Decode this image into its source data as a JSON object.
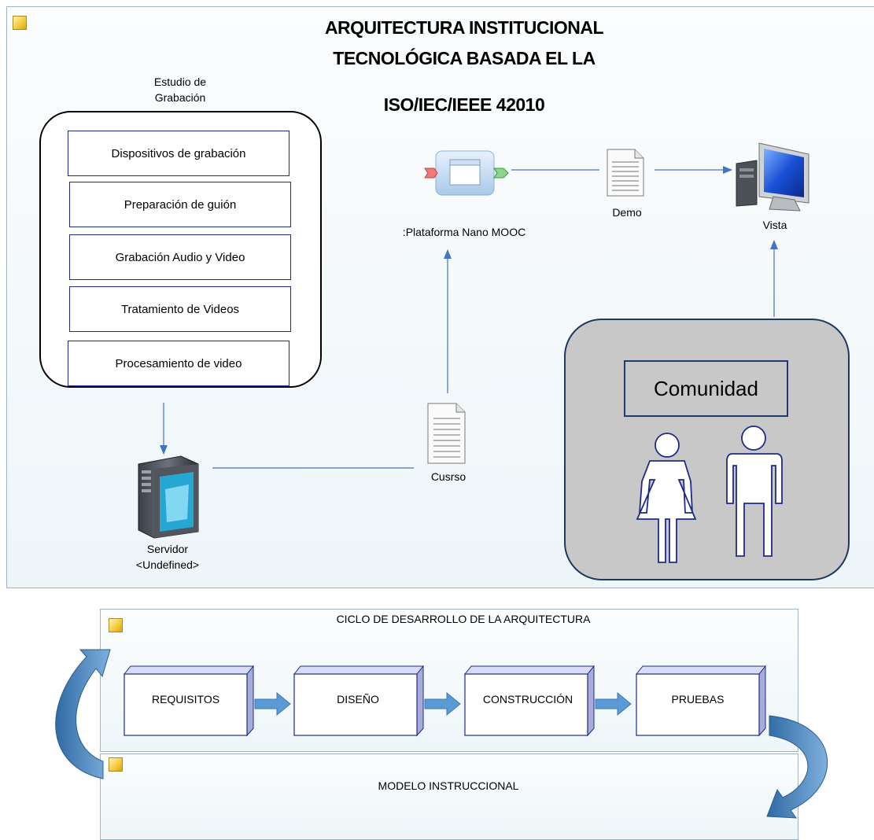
{
  "title": {
    "line1": "ARQUITECTURA INSTITUCIONAL",
    "line2": "TECNOLÓGICA BASADA EL LA",
    "line3": "ISO/IEC/IEEE 42010"
  },
  "studio": {
    "label_line1": "Estudio de",
    "label_line2": "Grabación",
    "items": [
      "Dispositivos de grabación",
      "Preparación de guión",
      "Grabación Audio y Video",
      "Tratamiento de Videos",
      "Procesamiento de video"
    ]
  },
  "platform": {
    "label": ":Plataforma Nano MOOC"
  },
  "demo": {
    "label": "Demo"
  },
  "vista": {
    "label": "Vista"
  },
  "curso": {
    "label": "Cusrso"
  },
  "server": {
    "label_line1": "Servidor",
    "label_line2": "<Undefined>"
  },
  "community": {
    "label": "Comunidad"
  },
  "cycle": {
    "title": "CICLO DE DESARROLLO DE LA  ARQUITECTURA",
    "stages": [
      "REQUISITOS",
      "DISEÑO",
      "CONSTRUCCIÓN",
      "PRUEBAS"
    ]
  },
  "model": {
    "title": "MODELO INSTRUCCIONAL"
  },
  "colors": {
    "connector": "#4472c4",
    "box_border": "#1f2a8a",
    "community_fill": "#c8c8c8",
    "arrow_blue": "#5b9bd5"
  },
  "icons": [
    "platform-component-icon",
    "document-icon",
    "computer-monitor-icon",
    "server-tower-icon",
    "woman-icon",
    "man-icon",
    "note-pin-icon"
  ]
}
